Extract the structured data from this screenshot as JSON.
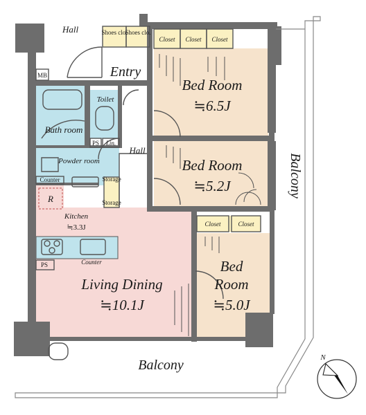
{
  "labels": {
    "hall_top": "Hall",
    "shoes_1": "Shoes clo.",
    "shoes_2": "Shoes clo.",
    "closet_1": "Closet",
    "closet_2": "Closet",
    "closet_3": "Closet",
    "entry": "Entry",
    "mb": "MB",
    "toilet": "Toilet",
    "bath": "Bath room",
    "ps_1": "PS",
    "lin": "Lin.",
    "hall_mid": "Hall",
    "powder": "Powder room",
    "counter_1": "Counter",
    "storage_1": "Storage",
    "storage_2": "Storage",
    "r": "R",
    "kitchen": "Kitchen",
    "kitchen_size": "≒3.3J",
    "counter_2": "Counter",
    "ps_2": "PS",
    "bed1": "Bed Room",
    "bed1_size": "≒6.5J",
    "bed2": "Bed Room",
    "bed2_size": "≒5.2J",
    "closet_4": "Closet",
    "closet_5": "Closet",
    "bed3_a": "Bed",
    "bed3_b": "Room",
    "bed3_size": "≒5.0J",
    "living": "Living Dining",
    "living_size": "≒10.1J",
    "balcony_bottom": "Balcony",
    "balcony_right": "Balcony",
    "north": "N"
  },
  "colors": {
    "wall": "#6d6d6d",
    "bedroom": "#f6e3cc",
    "living": "#f7d9d6",
    "wet": "#bfe3ec",
    "closet": "#fbf1c2",
    "floor_white": "#ffffff",
    "line": "#555555"
  }
}
